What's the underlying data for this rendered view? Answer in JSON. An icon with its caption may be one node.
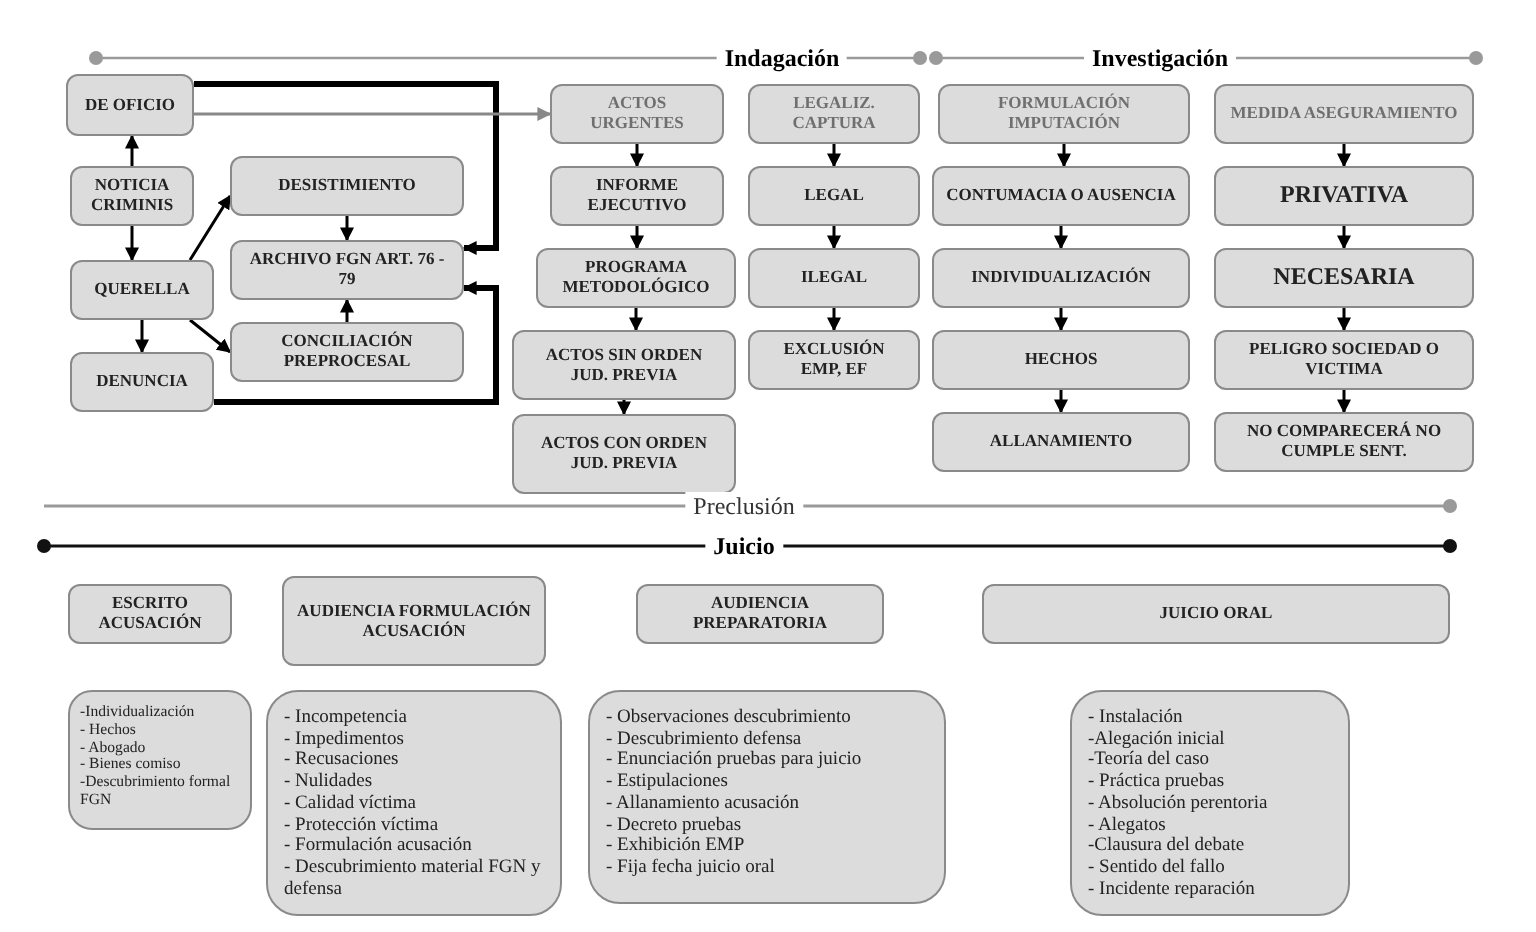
{
  "diagram": {
    "nodes": [
      {
        "text": [
          "DE OFICIO"
        ]
      },
      {
        "text": [
          "NOTICIA CRIMINIS"
        ]
      },
      {
        "text": [
          "QUERELLA"
        ]
      },
      {
        "text": [
          "DENUNCIA"
        ]
      },
      {
        "text": [
          "DESISTIMIENTO"
        ]
      },
      {
        "text": [
          "ARCHIVO FGN ART. 76 - 79"
        ]
      },
      {
        "text": [
          "CONCILIACIÓN PREPROCESAL"
        ]
      },
      {
        "text": [
          "ACTOS URGENTES"
        ]
      },
      {
        "text": [
          "INFORME EJECUTIVO"
        ]
      },
      {
        "text": [
          "PROGRAMA METODOLÓGICO"
        ]
      },
      {
        "text": [
          "ACTOS SIN ORDEN JUD. PREVIA"
        ]
      },
      {
        "text": [
          "ACTOS CON ORDEN JUD. PREVIA"
        ]
      },
      {
        "text": [
          "LEGALIZ. CAPTURA"
        ]
      },
      {
        "text": [
          "LEGAL"
        ]
      },
      {
        "text": [
          "ILEGAL"
        ]
      },
      {
        "text": [
          "EXCLUSIÓN EMP, EF"
        ]
      },
      {
        "text": [
          "FORMULACIÓN IMPUTACIÓN"
        ]
      },
      {
        "text": [
          "CONTUMACIA O AUSENCIA"
        ]
      },
      {
        "text": [
          "INDIVIDUALIZACIÓN"
        ]
      },
      {
        "text": [
          "HECHOS"
        ]
      },
      {
        "text": [
          "ALLANAMIENTO"
        ]
      },
      {
        "text": [
          "MEDIDA ASEGURAMIENTO"
        ]
      },
      {
        "text": [
          "PRIVATIVA"
        ]
      },
      {
        "text": [
          "NECESARIA"
        ]
      },
      {
        "text": [
          "PELIGRO SOCIEDAD O VICTIMA"
        ]
      },
      {
        "text": [
          "NO COMPARECERÁ NO CUMPLE SENT."
        ]
      },
      {
        "text": [
          "ESCRITO ACUSACIÓN"
        ]
      },
      {
        "text": [
          "AUDIENCIA FORMULACIÓN ACUSACIÓN"
        ]
      },
      {
        "text": [
          "AUDIENCIA PREPARATORIA"
        ]
      },
      {
        "text": [
          "JUICIO ORAL"
        ]
      },
      {
        "text": [
          "-Individualización",
          "- Hechos",
          "- Abogado",
          "- Bienes comiso",
          "-Descubrimiento formal FGN"
        ]
      },
      {
        "text": [
          "- Incompetencia",
          "- Impedimentos",
          "- Recusaciones",
          "- Nulidades",
          "- Calidad víctima",
          "- Protección víctima",
          "- Formulación acusación",
          "- Descubrimiento material FGN y defensa"
        ]
      },
      {
        "text": [
          "- Observaciones descubrimiento",
          "- Descubrimiento defensa",
          "- Enunciación pruebas para juicio",
          "- Estipulaciones",
          "- Allanamiento acusación",
          "- Decreto pruebas",
          "- Exhibición EMP",
          "- Fija fecha juicio oral"
        ]
      },
      {
        "text": [
          "- Instalación",
          "-Alegación inicial",
          "-Teoría del caso",
          "- Práctica pruebas",
          "- Absolución perentoria",
          "- Alegatos",
          "-Clausura del debate",
          "- Sentido del fallo",
          "- Incidente reparación"
        ]
      }
    ],
    "edges": [
      {
        "from": 1,
        "to": 0,
        "arrow": "to"
      },
      {
        "from": 1,
        "to": 2,
        "arrow": "to"
      },
      {
        "from": 2,
        "to": 3,
        "arrow": "to"
      },
      {
        "from": 2,
        "to": 4,
        "arrow": "to"
      },
      {
        "from": 2,
        "to": 6,
        "arrow": "to"
      },
      {
        "from": 4,
        "to": 5,
        "arrow": "to"
      },
      {
        "from": 6,
        "to": 5,
        "arrow": "to"
      },
      {
        "from": 0,
        "to": 5,
        "arrow": "to",
        "style": "thick"
      },
      {
        "from": 3,
        "to": 5,
        "arrow": "to",
        "style": "thick"
      },
      {
        "from": 0,
        "to": 7,
        "arrow": "to",
        "color": "#888888"
      },
      {
        "from": 7,
        "to": 8,
        "arrow": "to"
      },
      {
        "from": 8,
        "to": 9,
        "arrow": "to"
      },
      {
        "from": 9,
        "to": 10,
        "arrow": "to"
      },
      {
        "from": 10,
        "to": 11,
        "arrow": "to"
      },
      {
        "from": 12,
        "to": 13,
        "arrow": "to"
      },
      {
        "from": 13,
        "to": 14,
        "arrow": "to"
      },
      {
        "from": 14,
        "to": 15,
        "arrow": "to"
      },
      {
        "from": 16,
        "to": 17,
        "arrow": "to"
      },
      {
        "from": 17,
        "to": 18,
        "arrow": "to"
      },
      {
        "from": 18,
        "to": 19,
        "arrow": "to"
      },
      {
        "from": 19,
        "to": 20,
        "arrow": "to"
      },
      {
        "from": 21,
        "to": 22,
        "arrow": "to"
      },
      {
        "from": 22,
        "to": 23,
        "arrow": "to"
      },
      {
        "from": 23,
        "to": 24,
        "arrow": "to"
      },
      {
        "from": 24,
        "to": 25,
        "arrow": "to"
      }
    ],
    "labels": [
      "Indagación",
      "Investigación",
      "Preclusión",
      "Juicio"
    ]
  }
}
